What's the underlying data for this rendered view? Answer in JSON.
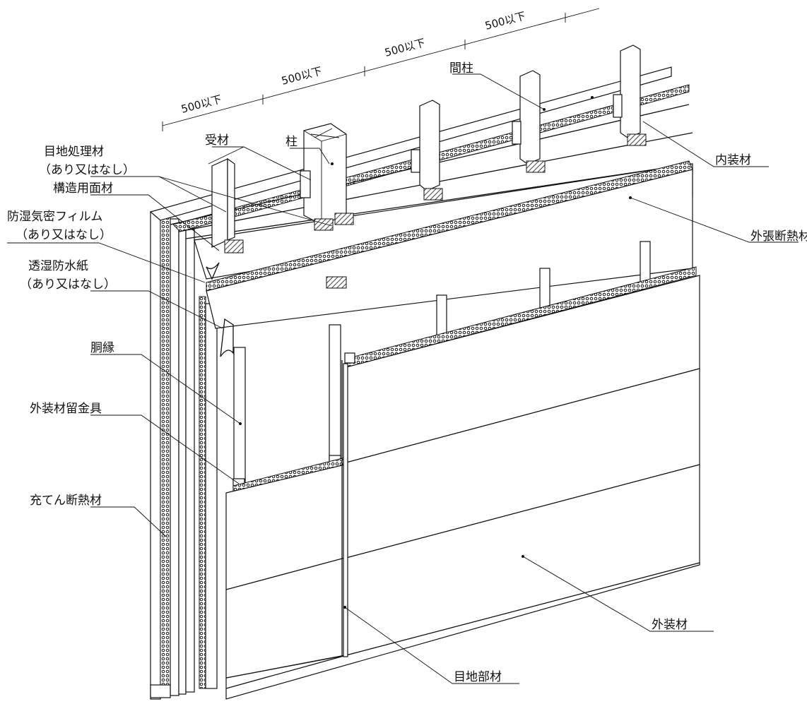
{
  "labels": {
    "joint_treatment_line1": "目地処理材",
    "joint_treatment_line2": "（あり又はなし）",
    "structural_panel": "構造用面材",
    "vapor_film_line1": "防湿気密フィルム",
    "vapor_film_line2": "（あり又はなし）",
    "breather_paper_line1": "透湿防水紙",
    "breather_paper_line2": "（あり又はなし）",
    "furring_strip": "胴縁",
    "cladding_fastener": "外装材留金具",
    "cavity_insulation": "充てん断熱材",
    "receiving_member": "受材",
    "column": "柱",
    "stud": "間柱",
    "interior_finish": "内装材",
    "exterior_insulation": "外張断熱材",
    "cladding": "外装材",
    "joint_member": "目地部材"
  },
  "dimensions": [
    "500以下",
    "500以下",
    "500以下",
    "500以下"
  ],
  "colors": {
    "line": "#111111",
    "background": "#ffffff"
  }
}
